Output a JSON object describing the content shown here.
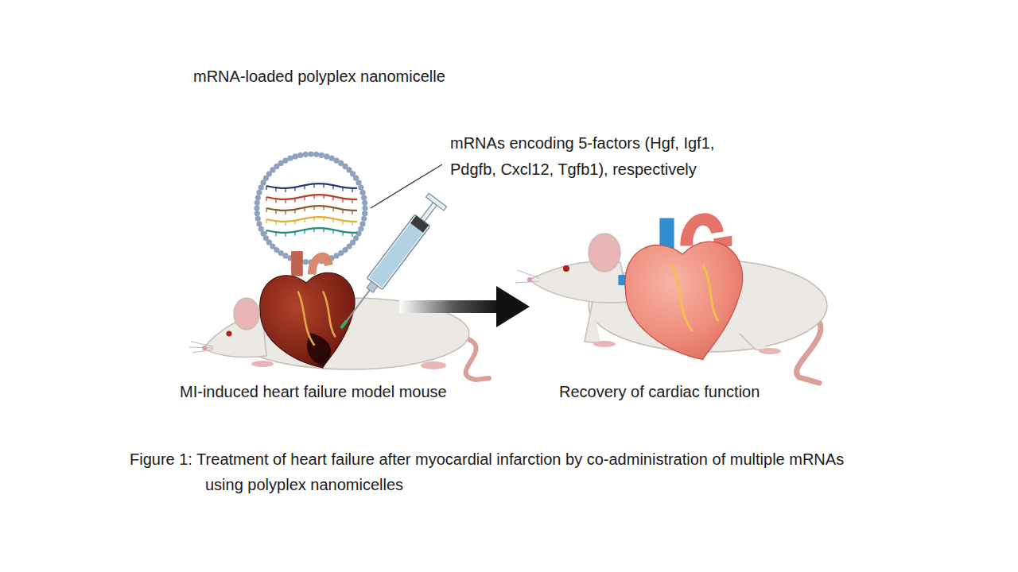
{
  "diagram": {
    "caption": "Figure 1: Treatment of heart failure after myocardial infarction by co-administration of multiple mRNAs using polyplex nanomicelles",
    "labels": [
      "mRNA-loaded polyplex nanomicelle",
      "mRNAs encoding 5-factors (Hgf, Igf1, Pdgfb, Cxcl12, Tgfb1), respectively",
      "MI-induced heart failure model mouse",
      "Recovery of cardiac function"
    ]
  }
}
